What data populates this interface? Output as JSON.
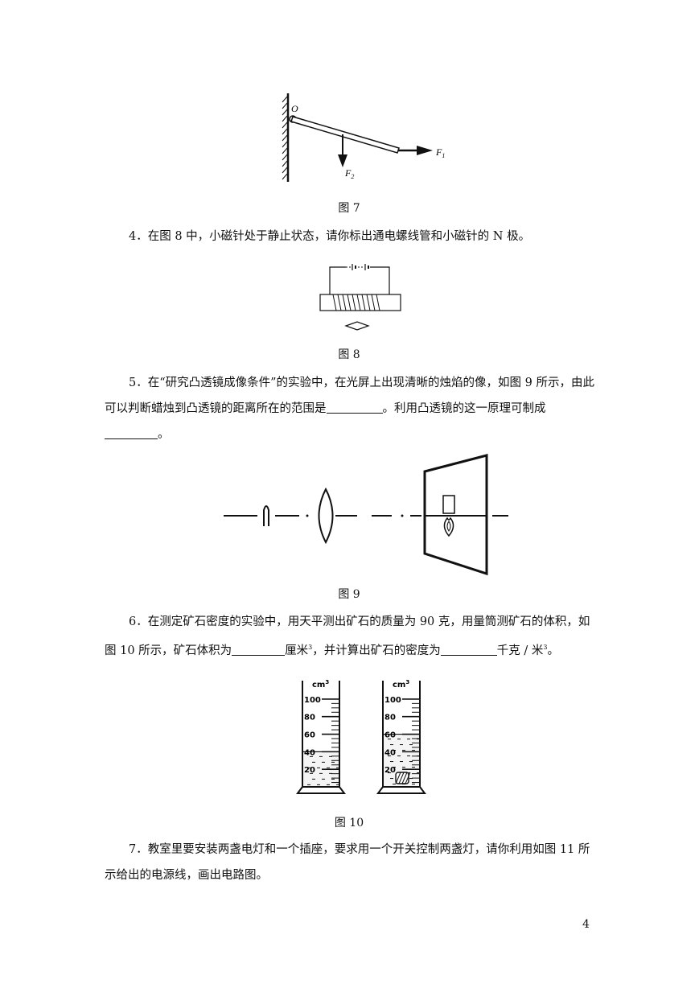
{
  "fig7": {
    "caption": "图 7",
    "labels": {
      "o": "O",
      "f1": "F",
      "f1_sub": "1",
      "f2": "F",
      "f2_sub": "2"
    }
  },
  "q4": {
    "text": "4．在图 8 中，小磁针处于静止状态，请你标出通电螺线管和小磁针的 N 极。"
  },
  "fig8": {
    "caption": "图 8"
  },
  "q5": {
    "part1": "5．在“研究凸透镜成像条件”的实验中，在光屏上出现清晰的烛焰的像，如图 9 所示，由此可以判断蜡烛到凸透镜的距离所在的范围是",
    "part2": "。利用凸透镜的这一原理可制成",
    "part3": "。"
  },
  "fig9": {
    "caption": "图 9"
  },
  "q6": {
    "part1": "6．在测定矿石密度的实验中，用天平测出矿石的质量为 90 克，用量筒测矿石的体积，如图 10 所示，矿石体积为",
    "part2": "厘米",
    "sup1": "3",
    "part3": "，并计算出矿石的密度为",
    "part4": "千克 / 米",
    "sup2": "3",
    "part5": "。"
  },
  "fig10": {
    "caption": "图 10",
    "unit": "cm",
    "unit_sup": "3",
    "ticks": [
      "100",
      "80",
      "60",
      "40",
      "20"
    ],
    "cylinders": [
      {
        "name": "before",
        "water_level": 40
      },
      {
        "name": "after",
        "water_level": 60
      }
    ]
  },
  "q7": {
    "text": "7．教室里要安装两盏电灯和一个插座，要求用一个开关控制两盏灯，请你利用如图 11 所示给出的电源线，画出电路图。"
  },
  "page_number": "4"
}
